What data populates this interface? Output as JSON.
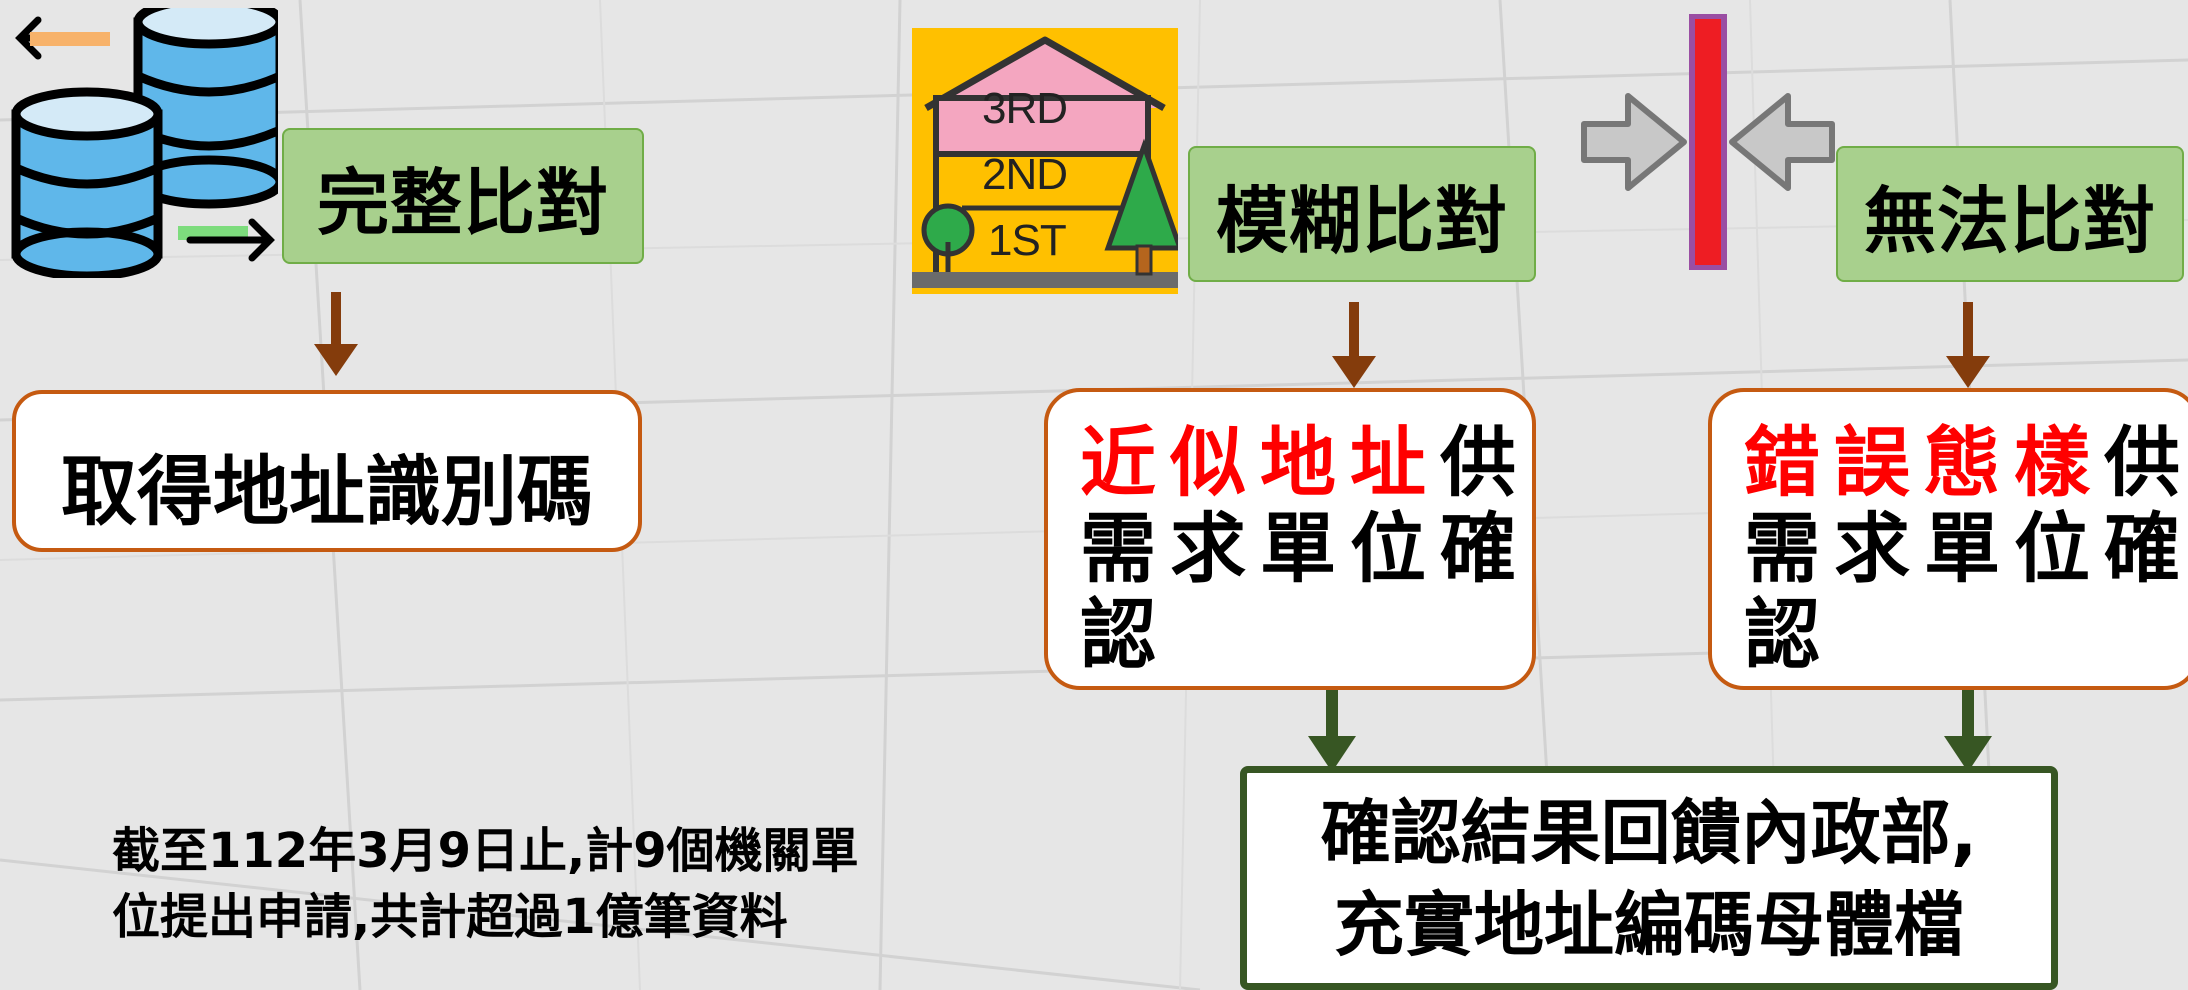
{
  "boxes": {
    "complete_match": "完整比對",
    "fuzzy_match": "模糊比對",
    "no_match": "無法比對",
    "get_id": "取得地址識別碼"
  },
  "fuzzy_result": {
    "highlight": "近似地址",
    "line1_rest": "供",
    "line2": "需求單位確",
    "line3": "認"
  },
  "nomatch_result": {
    "highlight": "錯誤態樣",
    "line1_rest": "供",
    "line2": "需求單位確",
    "line3": "認"
  },
  "final_result": {
    "line1": "確認結果回饋內政部,",
    "line2": "充實地址編碼母體檔"
  },
  "note": {
    "line1": "截至112年3月9日止,計9個機關單",
    "line2": "位提出申請,共計超過1億筆資料"
  },
  "house_icon": {
    "floor3": "3RD",
    "floor2": "2ND",
    "floor1": "1ST"
  },
  "colors": {
    "green_fill": "#a8d08d",
    "orange_border": "#c55a11",
    "dark_green": "#375623",
    "brown_arrow": "#843c0c",
    "highlight_red": "#ff0000"
  }
}
